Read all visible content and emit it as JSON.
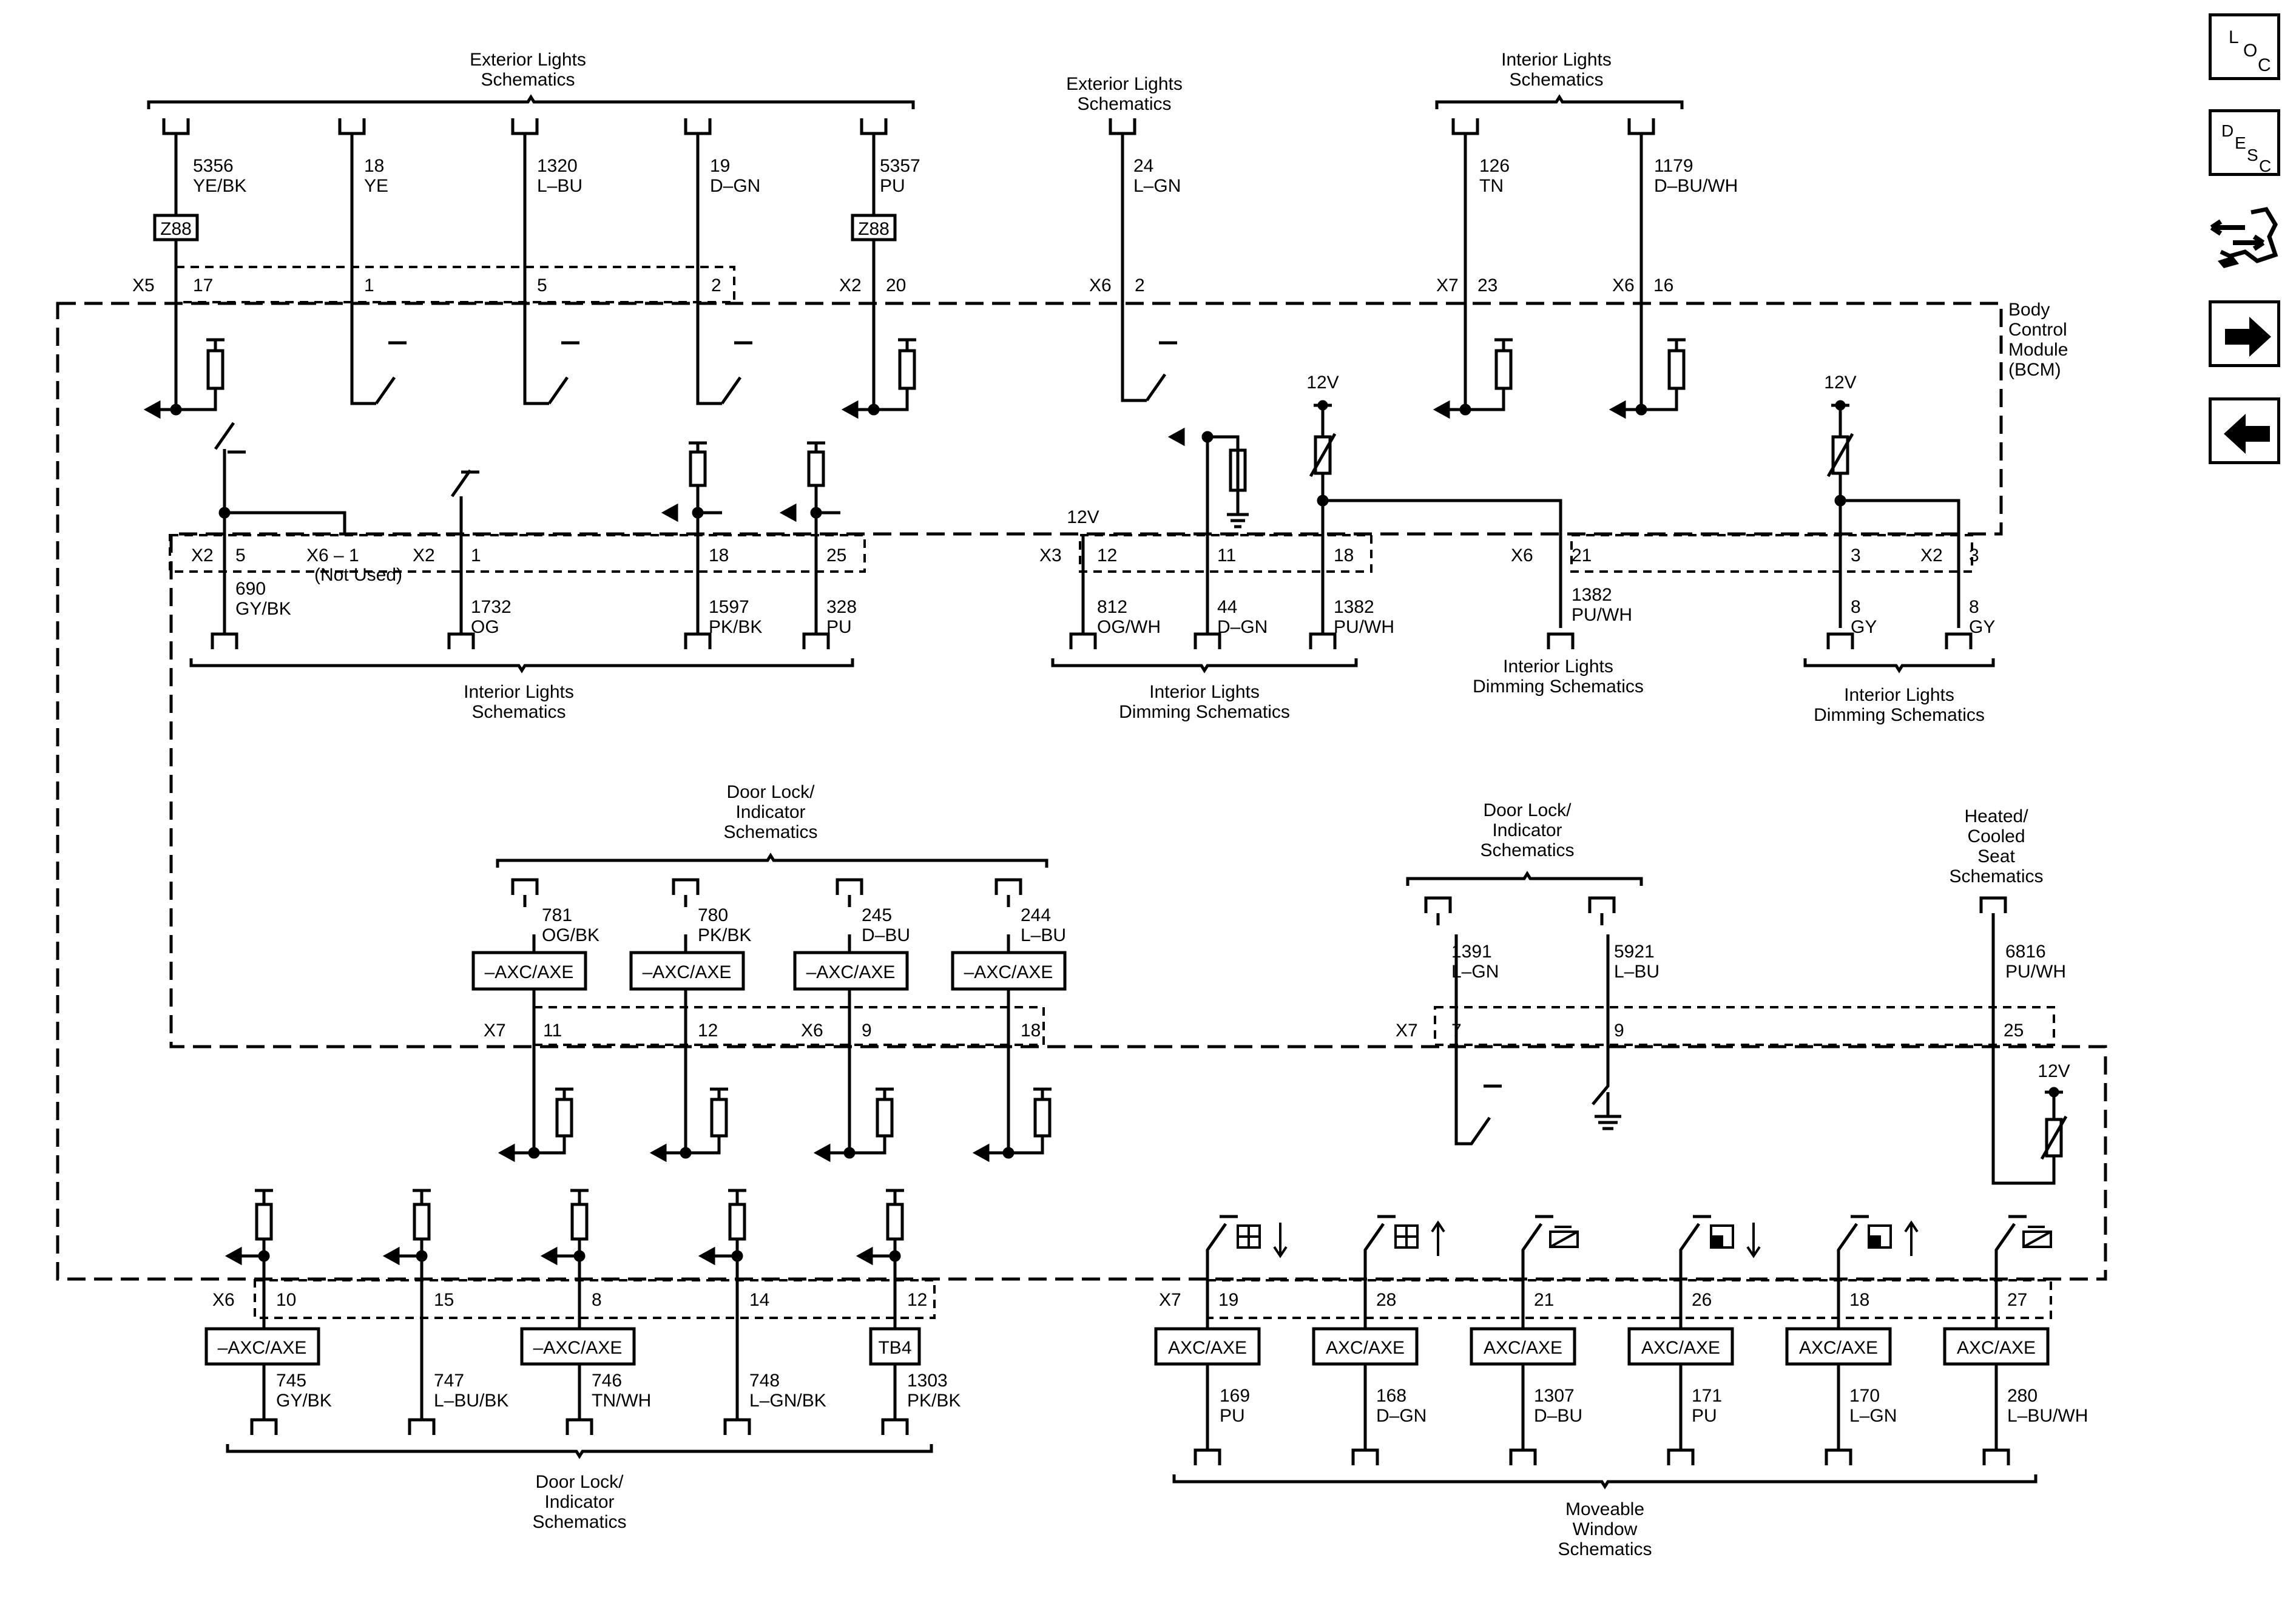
{
  "nav": {
    "loc": [
      "L",
      "O",
      "C"
    ],
    "desc": [
      "D",
      "E",
      "S",
      "C"
    ],
    "icons": [
      "loc-icon",
      "desc-icon",
      "connector-tool-icon",
      "next-arrow-icon",
      "back-arrow-icon"
    ]
  },
  "module": {
    "name": [
      "Body",
      "Control",
      "Module",
      "(BCM)"
    ]
  },
  "voltage": "12V",
  "groups": [
    {
      "id": "g-ext-1",
      "lines": [
        "Exterior Lights",
        "Schematics"
      ]
    },
    {
      "id": "g-ext-2",
      "lines": [
        "Exterior Lights",
        "Schematics"
      ]
    },
    {
      "id": "g-int-top",
      "lines": [
        "Interior Lights",
        "Schematics"
      ]
    },
    {
      "id": "g-int-mid",
      "lines": [
        "Interior Lights",
        "Schematics"
      ]
    },
    {
      "id": "g-dim-1",
      "lines": [
        "Interior Lights",
        "Dimming Schematics"
      ]
    },
    {
      "id": "g-dim-2",
      "lines": [
        "Interior Lights",
        "Dimming Schematics"
      ]
    },
    {
      "id": "g-dim-3",
      "lines": [
        "Interior Lights",
        "Dimming Schematics"
      ]
    },
    {
      "id": "g-door-1",
      "lines": [
        "Door Lock/",
        "Indicator",
        "Schematics"
      ]
    },
    {
      "id": "g-door-2",
      "lines": [
        "Door Lock/",
        "Indicator",
        "Schematics"
      ]
    },
    {
      "id": "g-door-3",
      "lines": [
        "Door Lock/",
        "Indicator",
        "Schematics"
      ]
    },
    {
      "id": "g-seat",
      "lines": [
        "Heated/",
        "Cooled",
        "Seat",
        "Schematics"
      ]
    },
    {
      "id": "g-window",
      "lines": [
        "Moveable",
        "Window",
        "Schematics"
      ]
    }
  ],
  "connectors": [
    "X5",
    "X2",
    "X6",
    "X7",
    "X3",
    "X6 – 1",
    "(Not Used)"
  ],
  "pins": [
    "17",
    "1",
    "5",
    "2",
    "20",
    "2",
    "23",
    "16",
    "5",
    "1",
    "18",
    "25",
    "12",
    "11",
    "18",
    "21",
    "3",
    "3",
    "11",
    "12",
    "9",
    "18",
    "7",
    "9",
    "25",
    "10",
    "15",
    "8",
    "14",
    "12",
    "19",
    "28",
    "21",
    "26",
    "18",
    "27"
  ],
  "wires": [
    {
      "id": "w1",
      "circuit": "5356",
      "color": "YE/BK"
    },
    {
      "id": "w2",
      "circuit": "18",
      "color": "YE"
    },
    {
      "id": "w3",
      "circuit": "1320",
      "color": "L–BU"
    },
    {
      "id": "w4",
      "circuit": "19",
      "color": "D–GN"
    },
    {
      "id": "w5",
      "circuit": "5357",
      "color": "PU"
    },
    {
      "id": "w6",
      "circuit": "24",
      "color": "L–GN"
    },
    {
      "id": "w7",
      "circuit": "126",
      "color": "TN"
    },
    {
      "id": "w8",
      "circuit": "1179",
      "color": "D–BU/WH"
    },
    {
      "id": "w9",
      "circuit": "690",
      "color": "GY/BK"
    },
    {
      "id": "w10",
      "circuit": "1732",
      "color": "OG"
    },
    {
      "id": "w11",
      "circuit": "1597",
      "color": "PK/BK"
    },
    {
      "id": "w12",
      "circuit": "328",
      "color": "PU"
    },
    {
      "id": "w13",
      "circuit": "812",
      "color": "OG/WH"
    },
    {
      "id": "w14",
      "circuit": "44",
      "color": "D–GN"
    },
    {
      "id": "w15",
      "circuit": "1382",
      "color": "PU/WH"
    },
    {
      "id": "w16",
      "circuit": "1382",
      "color": "PU/WH"
    },
    {
      "id": "w17",
      "circuit": "8",
      "color": "GY"
    },
    {
      "id": "w18",
      "circuit": "8",
      "color": "GY"
    },
    {
      "id": "w19",
      "circuit": "781",
      "color": "OG/BK"
    },
    {
      "id": "w20",
      "circuit": "780",
      "color": "PK/BK"
    },
    {
      "id": "w21",
      "circuit": "245",
      "color": "D–BU"
    },
    {
      "id": "w22",
      "circuit": "244",
      "color": "L–BU"
    },
    {
      "id": "w23",
      "circuit": "1391",
      "color": "L–GN"
    },
    {
      "id": "w24",
      "circuit": "5921",
      "color": "L–BU"
    },
    {
      "id": "w25",
      "circuit": "6816",
      "color": "PU/WH"
    },
    {
      "id": "w26",
      "circuit": "745",
      "color": "GY/BK"
    },
    {
      "id": "w27",
      "circuit": "747",
      "color": "L–BU/BK"
    },
    {
      "id": "w28",
      "circuit": "746",
      "color": "TN/WH"
    },
    {
      "id": "w29",
      "circuit": "748",
      "color": "L–GN/BK"
    },
    {
      "id": "w30",
      "circuit": "1303",
      "color": "PK/BK"
    },
    {
      "id": "w31",
      "circuit": "169",
      "color": "PU"
    },
    {
      "id": "w32",
      "circuit": "168",
      "color": "D–GN"
    },
    {
      "id": "w33",
      "circuit": "1307",
      "color": "D–BU"
    },
    {
      "id": "w34",
      "circuit": "171",
      "color": "PU"
    },
    {
      "id": "w35",
      "circuit": "170",
      "color": "L–GN"
    },
    {
      "id": "w36",
      "circuit": "280",
      "color": "L–BU/WH"
    }
  ],
  "components": [
    "Z88",
    "Z88",
    "–AXC/AXE",
    "–AXC/AXE",
    "–AXC/AXE",
    "–AXC/AXE",
    "–AXC/AXE",
    "–AXC/AXE",
    "TB4",
    "AXC/AXE",
    "AXC/AXE",
    "AXC/AXE",
    "AXC/AXE",
    "AXC/AXE",
    "AXC/AXE"
  ]
}
